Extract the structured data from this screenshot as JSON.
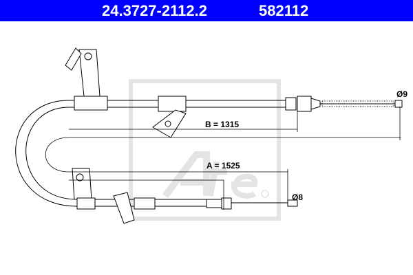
{
  "header": {
    "part_number": "24.3727-2112.2",
    "reference": "582112",
    "background": "#0000ff"
  },
  "drawing": {
    "dimension_b": "B = 1315",
    "dimension_a": "A = 1525",
    "diameter_upper": "Ø9",
    "diameter_lower": "Ø8",
    "watermark": "Ate®"
  }
}
